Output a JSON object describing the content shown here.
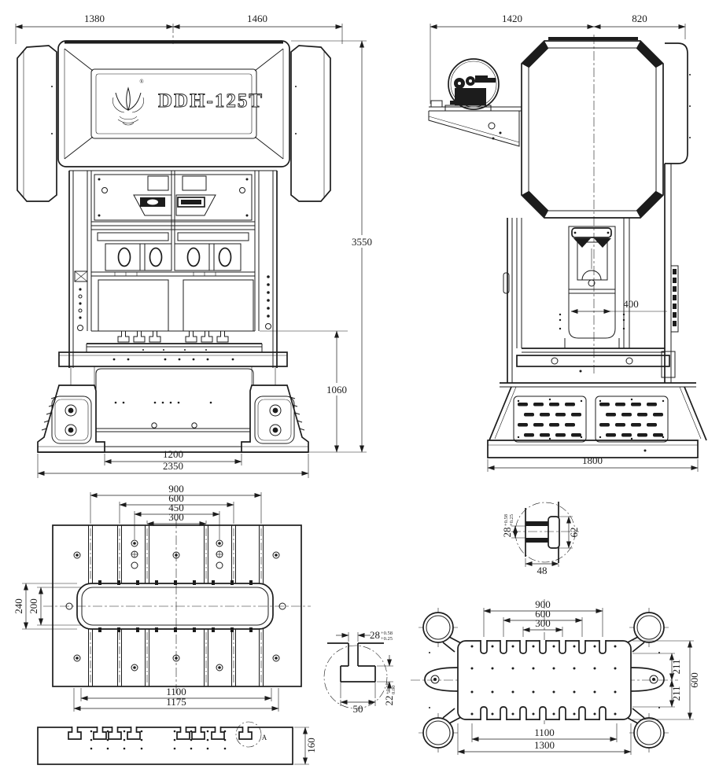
{
  "page": {
    "background": "#ffffff",
    "ink": "#1c1c1c"
  },
  "logo": {
    "text": "DDH-125T",
    "registered": "®",
    "brand_mark": "flower-icon"
  },
  "views": {
    "front": {
      "dims": {
        "width_left": "1380",
        "width_right": "1460",
        "overall_height": "3550",
        "table_height": "1060",
        "base_opening": "1200",
        "base_width": "2350"
      }
    },
    "side": {
      "dims": {
        "depth_rear": "1420",
        "depth_front": "820",
        "slide_depth": "400",
        "base_depth": "1800"
      }
    },
    "bolster": {
      "dims": {
        "tslot_span": "900",
        "tslot_span_inner": "600",
        "hole_span": "450",
        "tslot_span_center": "300",
        "slot_width_outer": "240",
        "slot_width_inner": "200",
        "span_lower": "1100",
        "span_outer": "1175"
      }
    },
    "bolt_detail": {
      "dims": {
        "slot": "28",
        "slot_tol_hi": "+0.58",
        "slot_tol_lo": "+0.25",
        "height": "62",
        "width": "48"
      }
    },
    "tslot_detail": {
      "dims": {
        "neck": "28",
        "neck_tol_hi": "+0.58",
        "neck_tol_lo": "+0.25",
        "width": "50",
        "depth": "22",
        "depth_tol_hi": "+0.28",
        "depth_tol_lo": "0.00"
      }
    },
    "slide": {
      "dims": {
        "notch_span": "900",
        "notch_span_mid": "600",
        "notch_span_inner": "300",
        "offset_top": "211",
        "offset_bottom": "211",
        "height": "600",
        "span_inner": "1100",
        "span_outer": "1300"
      }
    },
    "section": {
      "dims": {
        "thickness": "160"
      },
      "detail_label": "A"
    }
  }
}
